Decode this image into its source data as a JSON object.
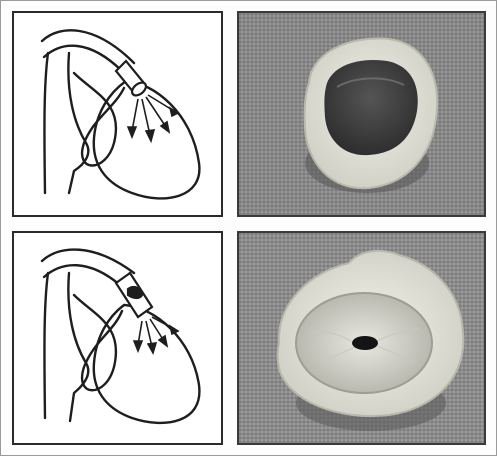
{
  "figure": {
    "panels": [
      {
        "row": 1,
        "kind": "line-drawing",
        "depicts": "heart-with-widely-open-valve-and-outflow-arrows"
      },
      {
        "row": 1,
        "kind": "photograph",
        "depicts": "valve-specimen-with-wide-opening"
      },
      {
        "row": 2,
        "kind": "line-drawing",
        "depicts": "heart-with-narrowed-valve-and-outflow-arrows"
      },
      {
        "row": 2,
        "kind": "photograph",
        "depicts": "valve-specimen-with-small-slit-opening"
      }
    ],
    "colors": {
      "ink": "#1e1e1e",
      "drawing_background": "#ffffff",
      "photo_background": "#8a8a8a",
      "tissue": "#dcdcd0",
      "opening": "#3e3e3e"
    }
  }
}
